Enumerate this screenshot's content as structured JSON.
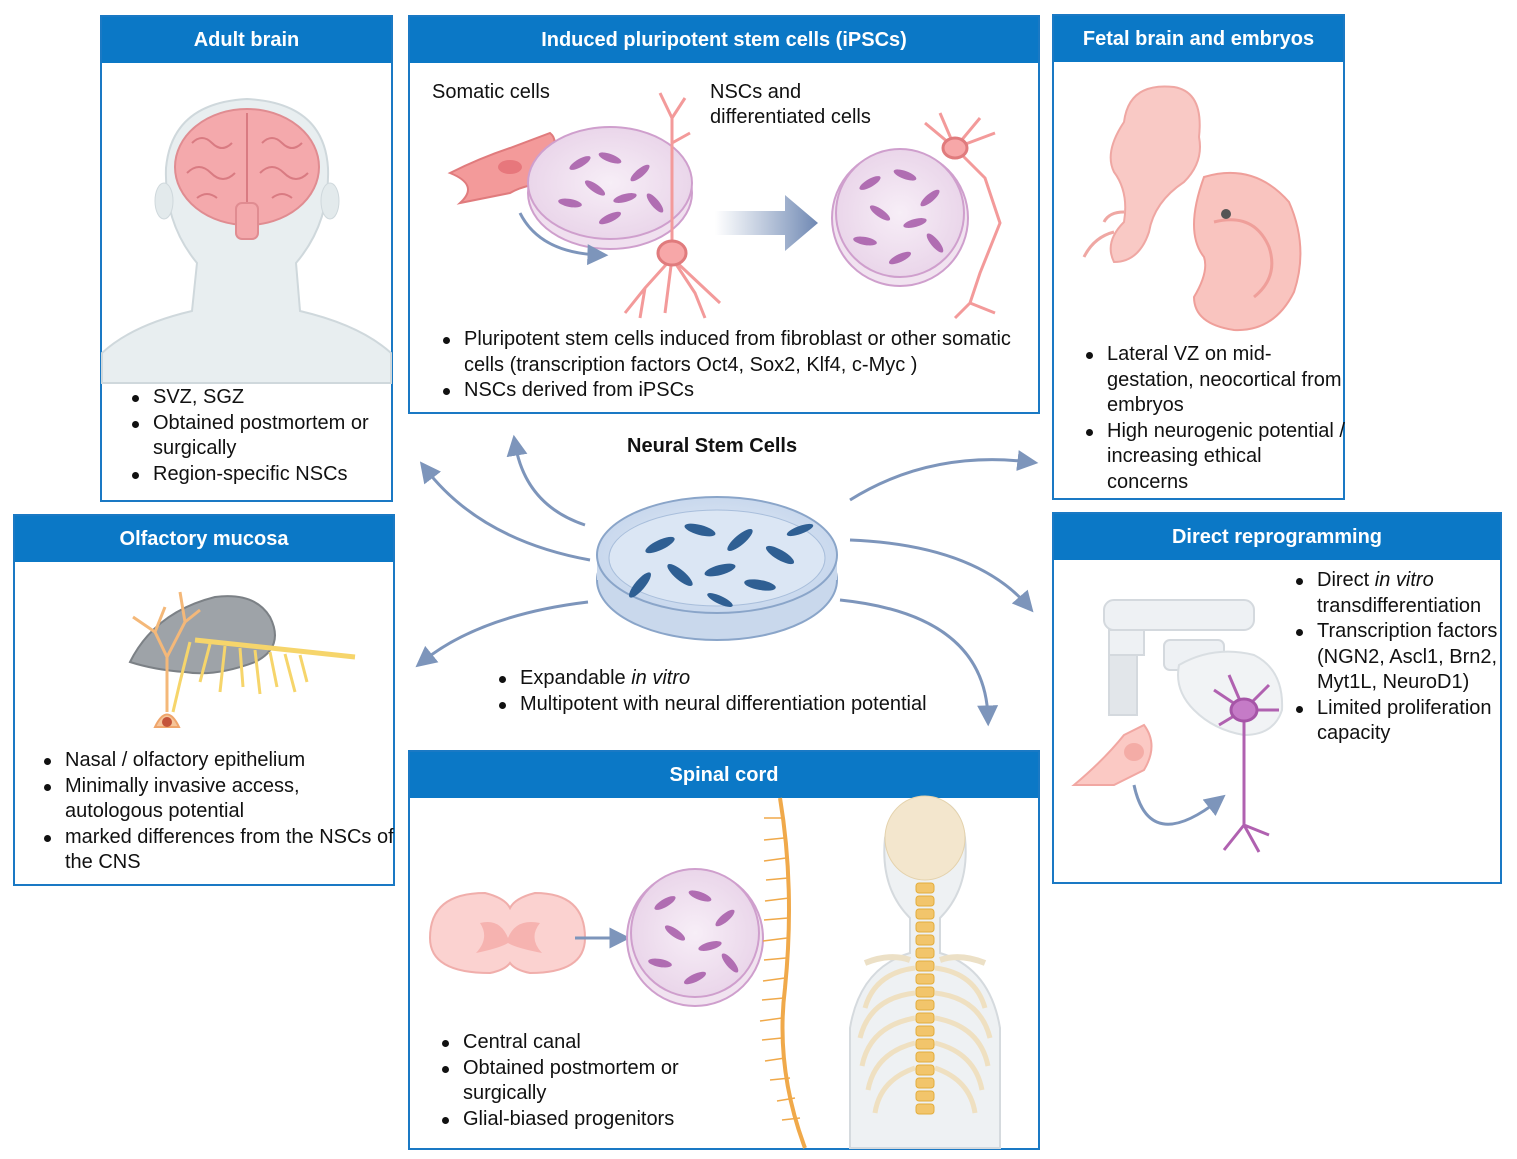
{
  "center": {
    "title": "Neural Stem Cells",
    "bullets": [
      {
        "pre": "Expandable ",
        "em": "in vitro",
        "post": ""
      },
      {
        "pre": "Multipotent with neural differentiation potential",
        "em": "",
        "post": ""
      }
    ]
  },
  "panels": {
    "adult": {
      "title": "Adult brain",
      "bullets": [
        "SVZ, SGZ",
        "Obtained postmortem or surgically",
        "Region-specific NSCs"
      ]
    },
    "ipsc": {
      "title": "Induced pluripotent stem cells (iPSCs)",
      "label_left": "Somatic cells",
      "label_right": "NSCs and differentiated cells",
      "bullets": [
        "Pluripotent stem cells induced from fibroblast or other somatic cells (transcription factors Oct4, Sox2, Klf4, c-Myc )",
        "NSCs derived from iPSCs"
      ]
    },
    "fetal": {
      "title": "Fetal brain and embryos",
      "bullets": [
        "Lateral VZ on mid-gestation, neocortical from embryos",
        "High neurogenic potential / increasing ethical concerns"
      ]
    },
    "olfactory": {
      "title": "Olfactory mucosa",
      "bullets": [
        "Nasal / olfactory epithelium",
        "Minimally invasive access, autologous potential",
        "marked differences from the NSCs of the CNS"
      ]
    },
    "direct": {
      "title": "Direct reprogramming",
      "bullets": [
        {
          "pre": "Direct ",
          "em": "in vitro",
          "post": " transdifferentiation"
        },
        {
          "pre": "Transcription factors (NGN2, Ascl1, Brn2, Myt1L, NeuroD1)",
          "em": "",
          "post": ""
        },
        {
          "pre": "Limited proliferation capacity",
          "em": "",
          "post": ""
        }
      ]
    },
    "spinal": {
      "title": "Spinal cord",
      "bullets": [
        "Central canal",
        "Obtained postmortem or surgically",
        "Glial-biased progenitors"
      ]
    }
  },
  "colors": {
    "header_blue": "#0b78c6",
    "border_blue": "#1a79c4",
    "arrow": "#7d95bb",
    "cell_purple": "#a65aa8",
    "cell_blue": "#2f5f93"
  },
  "icons": [
    "brain-icon",
    "head-icon",
    "petri-dish-icon",
    "fibroblast-icon",
    "neuron-icon",
    "embryo-icon",
    "spinal-cord-section-icon",
    "spine-icon",
    "pipette-icon",
    "hand-icon",
    "olfactory-bulb-icon"
  ]
}
